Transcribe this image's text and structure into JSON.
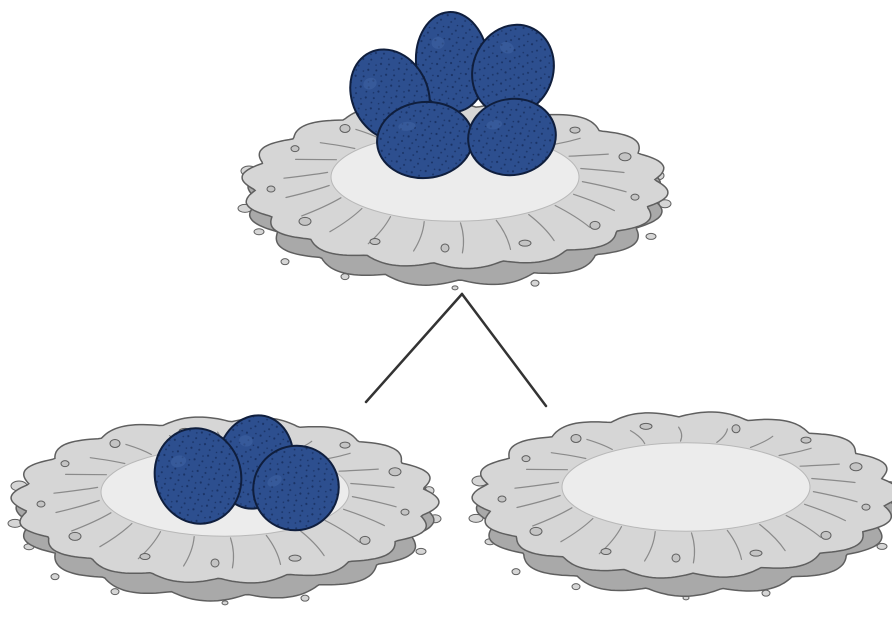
{
  "diagram": {
    "type": "tree",
    "top_node": {
      "item": "nest",
      "egg_count": 5
    },
    "children": [
      {
        "item": "nest",
        "egg_count": 3
      },
      {
        "item": "nest",
        "egg_count": 0
      }
    ]
  },
  "colors": {
    "background": "#ffffff",
    "nest_fill": "#d6d6d6",
    "nest_shadow": "#a9a9a9",
    "nest_outline": "#5f5f5f",
    "nest_inner": "#ececec",
    "egg_fill": "#2d4f8f",
    "egg_outline": "#0f1e3d",
    "egg_speckle": "#1a3366",
    "egg_highlight": "#4468a8",
    "connector": "#333333"
  }
}
